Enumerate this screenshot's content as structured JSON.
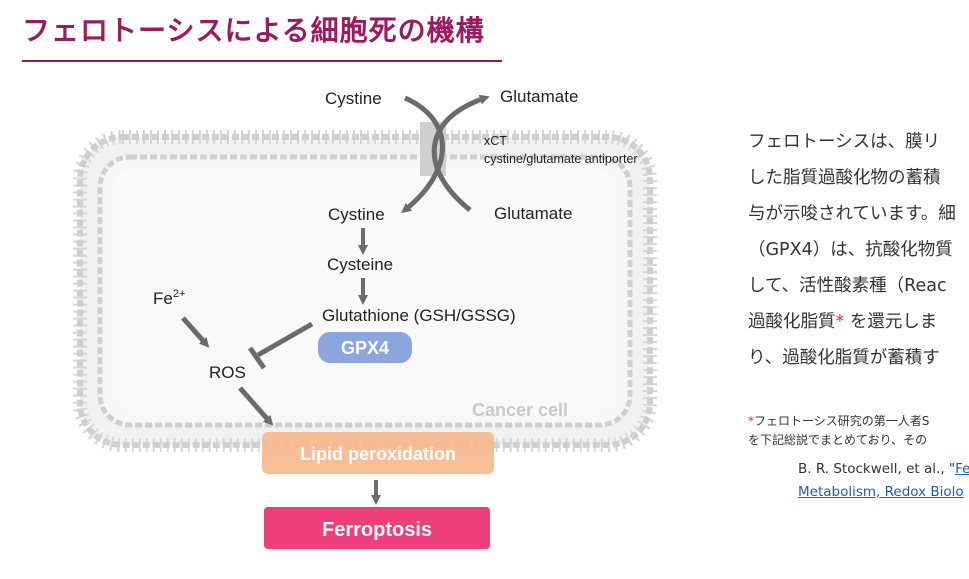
{
  "page": {
    "title": "フェロトーシスによる細胞死の機構"
  },
  "diagram": {
    "cystine_outside": "Cystine",
    "glutamate_outside": "Glutamate",
    "transporter_name": "xCT",
    "transporter_desc": "cystine/glutamate antiporter",
    "cystine_inside": "Cystine",
    "glutamate_inside": "Glutamate",
    "cysteine": "Cysteine",
    "glutathione": "Glutathione (GSH/GSSG)",
    "gpx4": "GPX4",
    "fe": "Fe",
    "fe_charge": "2+",
    "ros": "ROS",
    "cell_label": "Cancer cell",
    "lipid_peroxidation": "Lipid peroxidation",
    "ferroptosis": "Ferroptosis",
    "colors": {
      "gpx4": "#8aa6dc",
      "lipid": "#f6b98e",
      "ferroptosis": "#ee3f7a",
      "arrow": "#6b6b6b",
      "membrane": "#d9d9d9"
    }
  },
  "side_text": {
    "lines": [
      "フェロトーシスは、膜リ",
      "した脂質過酸化物の蓄積",
      "与が示唆されています。細",
      "（GPX4）は、抗酸化物質",
      "して、活性酸素種（Reac",
      "過酸化脂質",
      "り、過酸化脂質が蓄積す"
    ],
    "line6_mark": "*",
    "line6_tail": " を還元しま",
    "note_mark": "*",
    "note_line1": "フェロトーシス研究の第一人者S",
    "note_line2": "を下記総説でまとめており、その",
    "cite_text": "B. R. Stockwell, et al., \"",
    "cite_link1": "Fe",
    "cite_link2": "Metabolism, Redox Biolo"
  }
}
